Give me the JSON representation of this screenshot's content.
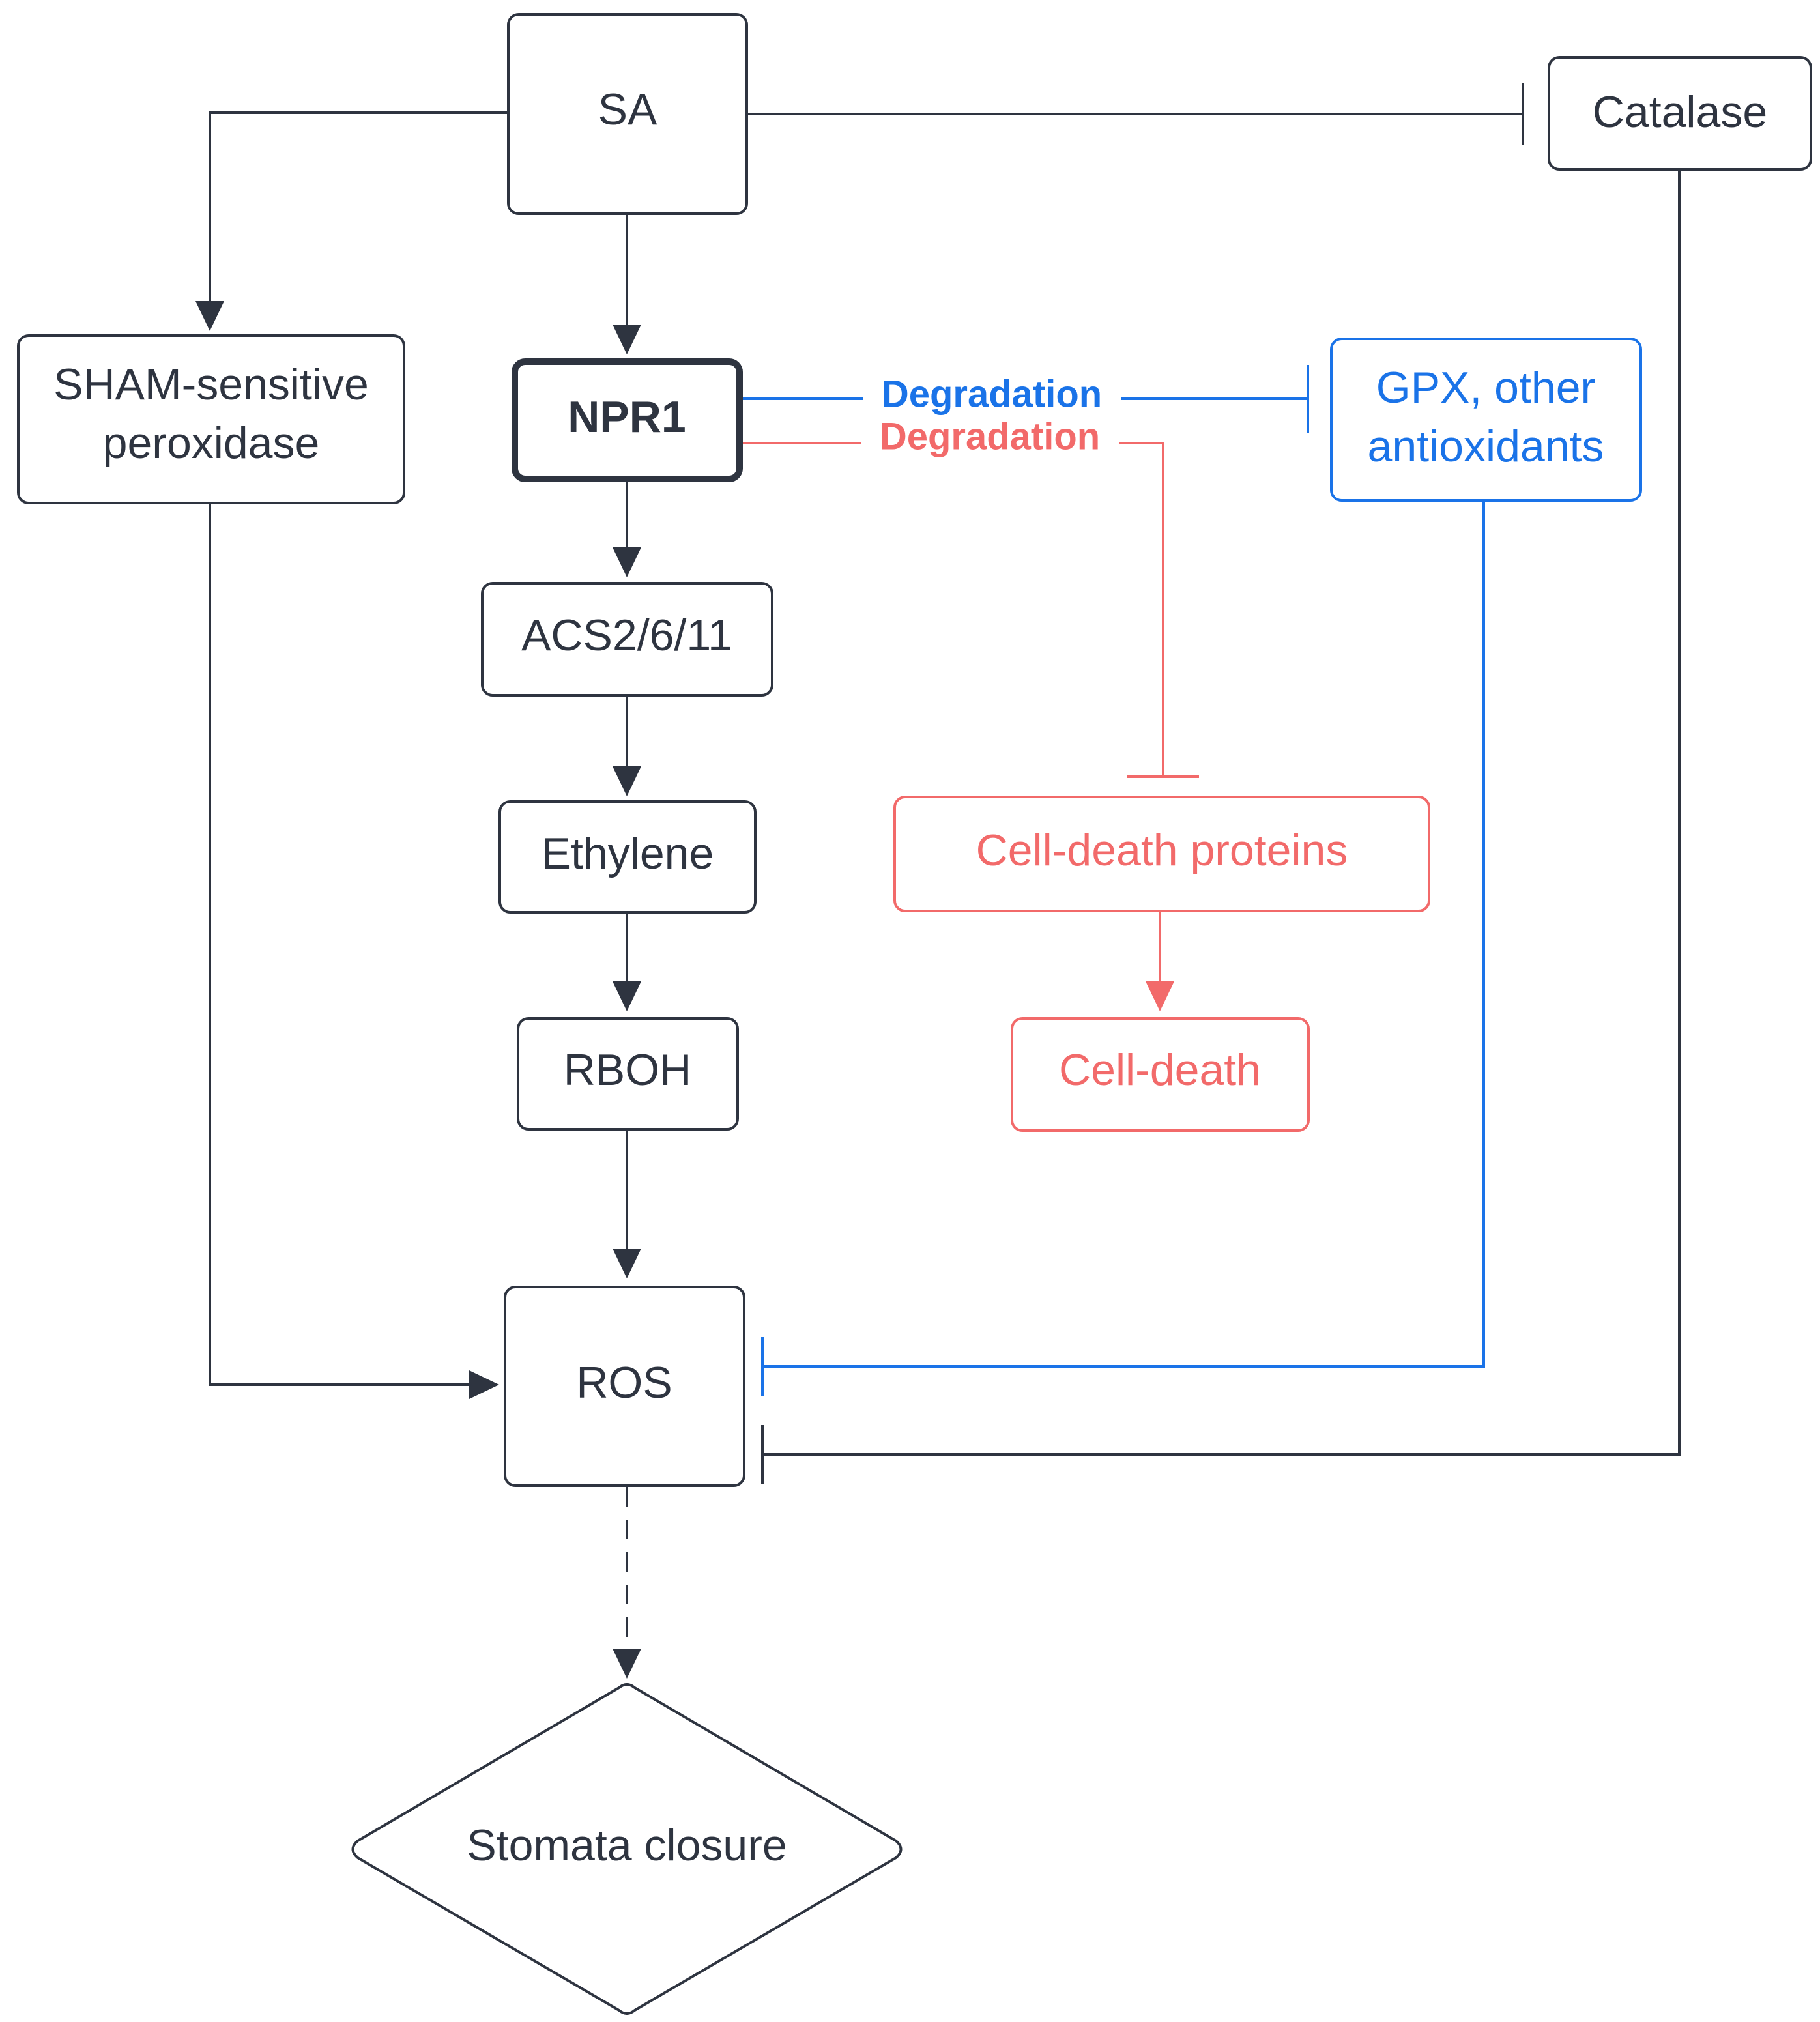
{
  "colors": {
    "default": "#2e3440",
    "blue": "#1a73e8",
    "red": "#f26a6a",
    "background": "#ffffff"
  },
  "nodes": {
    "sa": "SA",
    "catalase": "Catalase",
    "sham_line1": "SHAM-sensitive",
    "sham_line2": "peroxidase",
    "npr1": "NPR1",
    "gpx_line1": "GPX, other",
    "gpx_line2": "antioxidants",
    "acs": "ACS2/6/11",
    "ethylene": "Ethylene",
    "cell_death_proteins": "Cell-death proteins",
    "rboh": "RBOH",
    "cell_death": "Cell-death",
    "ros": "ROS",
    "stomata_closure": "Stomata closure"
  },
  "edges": {
    "npr1_gpx_label": "Degradation",
    "npr1_cdp_label": "Degradation"
  }
}
